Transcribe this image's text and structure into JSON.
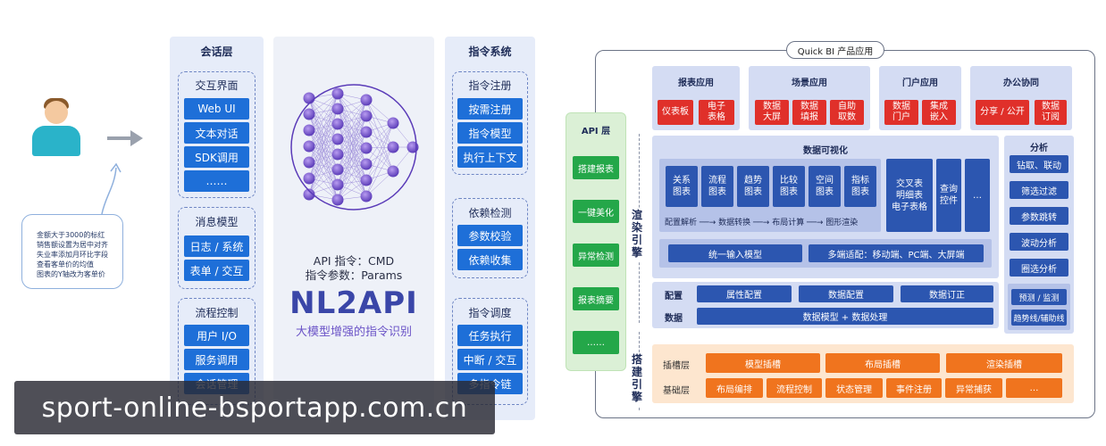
{
  "note": {
    "lines": [
      "金额大于3000的标红",
      "销售额设置为居中对齐",
      "失业率添加月环比字段",
      "查看客单价的均值",
      "图表的Y轴改为客单价"
    ]
  },
  "session": {
    "title": "会话层",
    "groups": [
      {
        "title": "交互界面",
        "items": [
          "Web UI",
          "文本对话",
          "SDK调用",
          "……"
        ]
      },
      {
        "title": "消息模型",
        "items": [
          "日志 / 系统",
          "表单 / 交互"
        ]
      },
      {
        "title": "流程控制",
        "items": [
          "用户 I/O",
          "服务调用",
          "会话管理"
        ]
      }
    ]
  },
  "nl2api": {
    "api_cmd": "API 指令：CMD",
    "params": "指令参数：Params",
    "title": "NL2API",
    "subtitle": "大模型增强的指令识别"
  },
  "cmd": {
    "title": "指令系统",
    "groups": [
      {
        "title": "指令注册",
        "items": [
          "按需注册",
          "指令模型",
          "执行上下文"
        ]
      },
      {
        "title": "依赖检测",
        "items": [
          "参数校验",
          "依赖收集"
        ]
      },
      {
        "title": "指令调度",
        "items": [
          "任务执行",
          "中断 / 交互",
          "多指令链"
        ]
      }
    ]
  },
  "qbi": {
    "tag": "Quick BI 产品应用",
    "api": {
      "title": "API 层",
      "items": [
        "搭建报表",
        "一键美化",
        "异常检测",
        "报表摘要",
        "……"
      ]
    },
    "render_label": "渲染引擎",
    "build_label": "搭建引擎",
    "apps": [
      {
        "title": "报表应用",
        "items": [
          "仪表板",
          "电子\n表格"
        ]
      },
      {
        "title": "场景应用",
        "items": [
          "数据\n大屏",
          "数据\n填报",
          "自助\n取数"
        ]
      },
      {
        "title": "门户应用",
        "items": [
          "数据\n门户",
          "集成\n嵌入"
        ]
      },
      {
        "title": "办公协同",
        "items": [
          "分享 / 公开",
          "数据\n订阅"
        ]
      }
    ],
    "viz": {
      "title": "数据可视化",
      "charts": [
        "关系\n图表",
        "流程\n图表",
        "趋势\n图表",
        "比较\n图表",
        "空间\n图表",
        "指标\n图表"
      ],
      "flow": "配置解析 ──→ 数据转换 ──→ 布局计算 ──→ 图形渲染",
      "cross": "交叉表\n明细表\n电子表格",
      "query": "查询\n控件",
      "more": "…",
      "unified": "统一输入模型",
      "adapt": "多端适配：移动端、PC端、大屏端"
    },
    "analysis": {
      "title": "分析",
      "items": [
        "钻取、联动",
        "筛选过滤",
        "参数跳转",
        "波动分析",
        "圈选分析"
      ],
      "extra": [
        "预测 / 监测",
        "趋势线/辅助线"
      ]
    },
    "config": {
      "label_config": "配置",
      "label_data": "数据",
      "items": [
        "属性配置",
        "数据配置",
        "数据订正"
      ],
      "data_bar": "数据模型 + 数据处理"
    },
    "build": {
      "slot_label": "插槽层",
      "slots": [
        "模型插槽",
        "布局插槽",
        "渲染插槽"
      ],
      "base_label": "基础层",
      "bases": [
        "布局编排",
        "流程控制",
        "状态管理",
        "事件注册",
        "异常捕获",
        "…"
      ]
    }
  },
  "watermark": "sport-online-bsportapp.com.cn"
}
